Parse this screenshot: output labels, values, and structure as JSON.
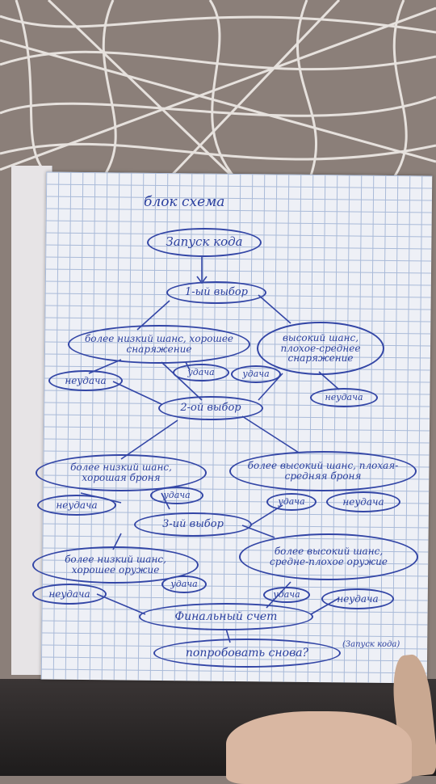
{
  "diagram": {
    "title": "блок схема",
    "start": "Запуск кода",
    "choice1": "1-ый выбор",
    "choice1_left": "более низкий шанс, хорошее снаряжение",
    "choice1_right": "высокий шанс, плохое-среднее снаряжение",
    "choice2": "2-ой выбор",
    "choice2_left": "более низкий шанс, хорошая броня",
    "choice2_right": "более высокий шанс, плохая-средняя броня",
    "choice3": "3-ий выбор",
    "choice3_left": "более низкий шанс, хорошее оружие",
    "choice3_right": "более высокий шанс, средне-плохое оружие",
    "fail": "неудача",
    "success": "удача",
    "final": "Финальный счет",
    "retry": "попробовать снова?",
    "restart": "(Запуск кода)"
  },
  "colors": {
    "ink": "#2a3f9e",
    "paper": "#eef0f6",
    "grid": "#a9bad8",
    "table": "#8a7d77"
  }
}
